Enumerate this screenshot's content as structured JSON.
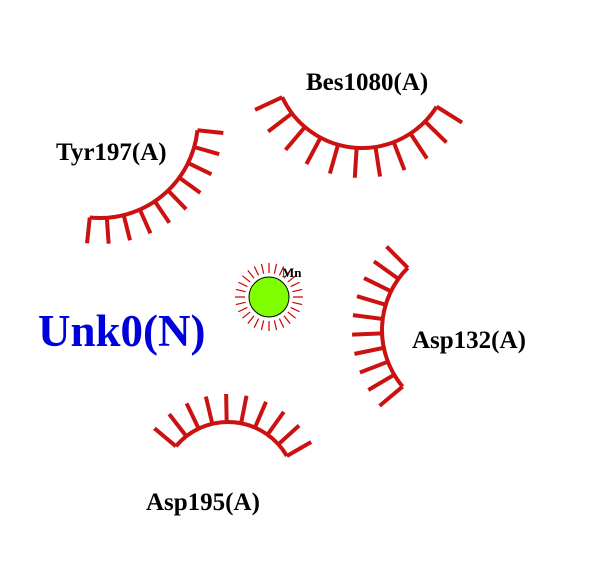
{
  "ligand": {
    "label": "Unk0(N)",
    "color": "#0000dd"
  },
  "metal": {
    "label": "Mn",
    "fill": "#80ff00",
    "ray_color": "#cc0000"
  },
  "residues": [
    {
      "id": "bes1080",
      "label": "Bes1080(A)"
    },
    {
      "id": "tyr197",
      "label": "Tyr197(A)"
    },
    {
      "id": "asp132",
      "label": "Asp132(A)"
    },
    {
      "id": "asp195",
      "label": "Asp195(A)"
    }
  ],
  "colors": {
    "arc": "#cc1111",
    "text": "#000000"
  }
}
